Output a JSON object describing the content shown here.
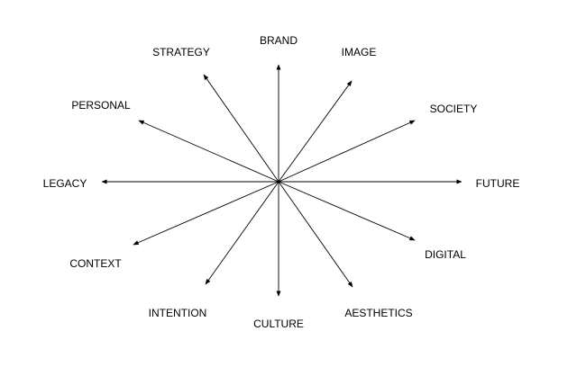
{
  "diagram": {
    "center_label": "",
    "line_color": "#000000",
    "spokes": [
      {
        "id": "brand",
        "label": "BRAND"
      },
      {
        "id": "image",
        "label": "IMAGE"
      },
      {
        "id": "society",
        "label": "SOCIETY"
      },
      {
        "id": "future",
        "label": "FUTURE"
      },
      {
        "id": "digital",
        "label": "DIGITAL"
      },
      {
        "id": "aesthetics",
        "label": "AESTHETICS"
      },
      {
        "id": "culture",
        "label": "CULTURE"
      },
      {
        "id": "intention",
        "label": "INTENTION"
      },
      {
        "id": "context",
        "label": "CONTEXT"
      },
      {
        "id": "legacy",
        "label": "LEGACY"
      },
      {
        "id": "personal",
        "label": "PERSONAL"
      },
      {
        "id": "strategy",
        "label": "STRATEGY"
      }
    ]
  }
}
